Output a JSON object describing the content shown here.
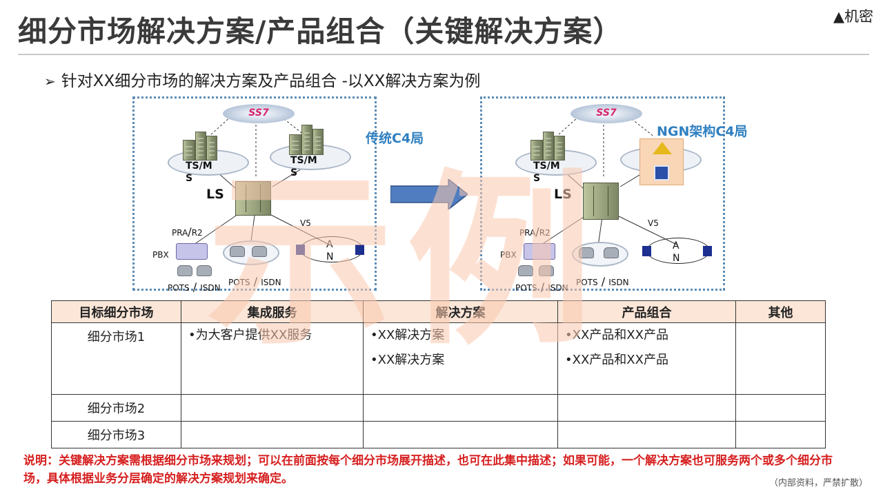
{
  "header": {
    "title": "细分市场解决方案/产品组合（关键解决方案）",
    "confidential_mark": "▲",
    "confidential_label": "机密"
  },
  "intro": {
    "arrow": "➢",
    "text": "针对XX细分市场的解决方案及产品组合 -以XX解决方案为例"
  },
  "diagram_left": {
    "ss7": "SS7",
    "tsms_left_line1": "TS/M",
    "tsms_left_line2": "S",
    "tsms_right_line1": "TS/M",
    "tsms_right_line2": "S",
    "ls": "LS",
    "pra": "PRA",
    "slash": "/",
    "r2": "R2",
    "pbx": "PBX",
    "pots1": "POTS",
    "isdn1": "ISDN",
    "pots2": "POTS",
    "isdn2": "ISDN",
    "v5": "V5",
    "an_a": "A",
    "an_n": "N",
    "caption": "传统C4局"
  },
  "diagram_right": {
    "ss7": "SS7",
    "tsms_line1": "TS/M",
    "tsms_line2": "S",
    "ls": "LS",
    "pra": "PRA",
    "slash": "/",
    "r2": "R2",
    "pbx": "PBX",
    "pots1": "POTS",
    "isdn1": "ISDN",
    "pots2": "POTS",
    "isdn2": "ISDN",
    "v5": "V5",
    "an_a": "A",
    "an_n": "N",
    "caption": "NGN架构C4局"
  },
  "table": {
    "headers": [
      "目标细分市场",
      "集成服务",
      "解决方案",
      "产品组合",
      "其他"
    ],
    "rows": [
      {
        "segment": "细分市场1",
        "service": [
          "•为大客户提供XX服务"
        ],
        "solution": [
          "•XX解决方案",
          "•XX解决方案"
        ],
        "products": [
          "•XX产品和XX产品",
          "•XX产品和XX产品"
        ],
        "other": ""
      },
      {
        "segment": "细分市场2",
        "service": [],
        "solution": [],
        "products": [],
        "other": ""
      },
      {
        "segment": "细分市场3",
        "service": [],
        "solution": [],
        "products": [],
        "other": ""
      }
    ]
  },
  "watermark": "示例",
  "note": "说明：关键解决方案需根据细分市场来规划；可以在前面按每个细分市场展开描述，也可在此集中描述；如果可能，一个解决方案也可服务两个或多个细分市场，具体根据业务分层确定的解决方案规划来确定。",
  "footer": "（内部资料，严禁扩散）",
  "colors": {
    "title": "#3a3a3a",
    "diagram_border": "#5b8bb5",
    "caption": "#2f7fc0",
    "ss7": "#d6246e",
    "arrow_fill": "#4f7dbf",
    "table_header_bg": "#fbe6d8",
    "note": "#d61f1f",
    "watermark": "#f9c8af"
  }
}
